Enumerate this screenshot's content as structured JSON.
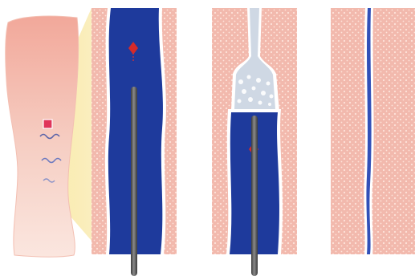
{
  "figure": {
    "kind": "medical-illustration",
    "subject": "endovenous-laser-vein-ablation",
    "panels": [
      {
        "id": "leg",
        "icon": "leg-with-highlighted-vein-icon"
      },
      {
        "id": "step-1",
        "icon": "fiber-inserted-in-vein-icon"
      },
      {
        "id": "step-2",
        "icon": "fiber-withdrawn-vein-closing-icon"
      },
      {
        "id": "step-3",
        "icon": "vein-sealed-icon"
      }
    ]
  },
  "colors": {
    "skin": "#f4c8bb",
    "tissue": "#f2b9ad",
    "tissue_dots": "#fde3da",
    "vein": "#1e3a9c",
    "vein_wall": "#ffffff",
    "fiber": "#595959",
    "fiber_tip_glow": "#d62a2a",
    "closed_vein": "#cfd8e4",
    "highlight_cone": "#f8eba4",
    "leg_marker": "#e0355a"
  }
}
